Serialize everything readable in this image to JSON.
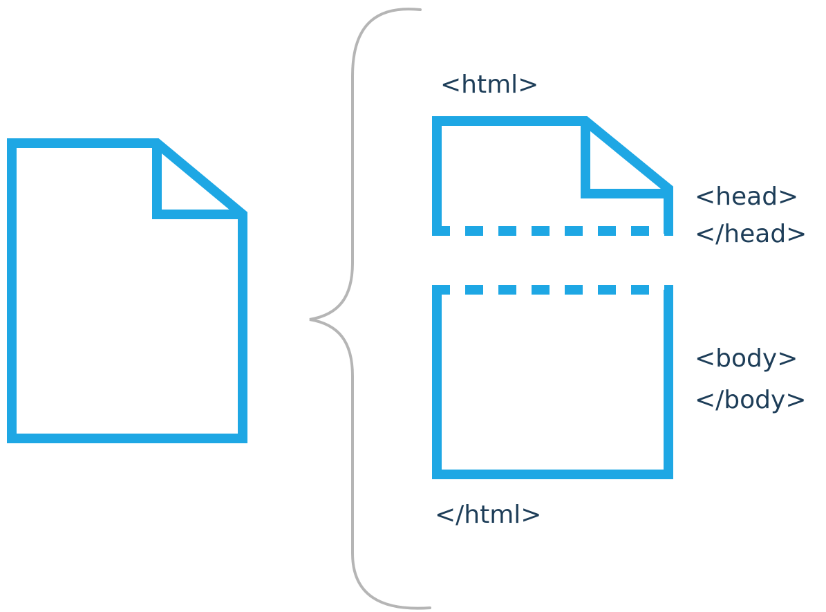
{
  "colors": {
    "document_stroke": "#1ea7e4",
    "brace_stroke": "#b5b5b5",
    "label_text": "#1d3d58",
    "background": "#ffffff"
  },
  "icons": {
    "whole_document": "document-icon",
    "head_section": "document-top-half-icon",
    "body_section": "document-bottom-half-icon",
    "brace": "curly-brace"
  },
  "labels": {
    "html_open": "<html>",
    "head_open": "<head>",
    "head_close": "</head>",
    "body_open": "<body>",
    "body_close": "</body>",
    "html_close": "</html>"
  }
}
